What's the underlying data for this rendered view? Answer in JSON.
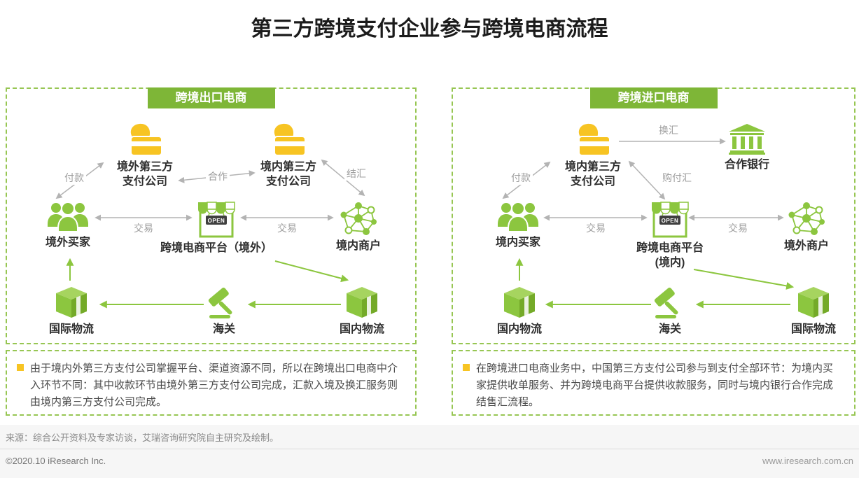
{
  "title": "第三方跨境支付企业参与跨境电商流程",
  "open_sign": "OPEN",
  "export": {
    "header": "跨境出口电商",
    "nodes": {
      "overseas_payment": "境外第三方支付公司",
      "domestic_payment": "境内第三方支付公司",
      "overseas_buyer": "境外买家",
      "platform": "跨境电商平台（境外）",
      "domestic_merchant": "境内商户",
      "intl_logistics": "国际物流",
      "customs": "海关",
      "domestic_logistics": "国内物流"
    },
    "edges": {
      "pay": "付款",
      "cooperate": "合作",
      "settle": "结汇",
      "trade1": "交易",
      "trade2": "交易"
    },
    "note": "由于境内外第三方支付公司掌握平台、渠道资源不同，所以在跨境出口电商中介入环节不同：其中收款环节由境外第三方支付公司完成，汇款入境及换汇服务则由境内第三方支付公司完成。"
  },
  "import": {
    "header": "跨境进口电商",
    "nodes": {
      "domestic_payment": "境内第三方支付公司",
      "partner_bank": "合作银行",
      "domestic_buyer": "境内买家",
      "platform": "跨境电商平台(境内)",
      "overseas_merchant": "境外商户",
      "domestic_logistics": "国内物流",
      "customs": "海关",
      "intl_logistics": "国际物流"
    },
    "edges": {
      "pay": "付款",
      "exchange": "换汇",
      "purchase_fx": "购付汇",
      "trade1": "交易",
      "trade2": "交易"
    },
    "note": "在跨境进口电商业务中，中国第三方支付公司参与到支付全部环节：为境内买家提供收单服务、并为跨境电商平台提供收款服务，同时与境内银行合作完成结售汇流程。"
  },
  "footer": {
    "source": "来源：综合公开资料及专家访谈，艾瑞咨询研究院自主研究及绘制。",
    "copyright": "©2020.10 iResearch Inc.",
    "website": "www.iresearch.com.cn"
  },
  "icons": {
    "payment-card": "hand holding yellow bank card",
    "people-group": "group of buyers",
    "storefront": "e-commerce platform shop with OPEN sign",
    "network-nodes": "merchant network molecule",
    "bank": "bank building with columns",
    "package-box": "logistics parcel box",
    "gavel": "customs gavel"
  },
  "colors": {
    "green": "#8CC63F",
    "header_green": "#7EB637",
    "yellow": "#F7C423",
    "gray_arrow": "#B3B3B3"
  }
}
